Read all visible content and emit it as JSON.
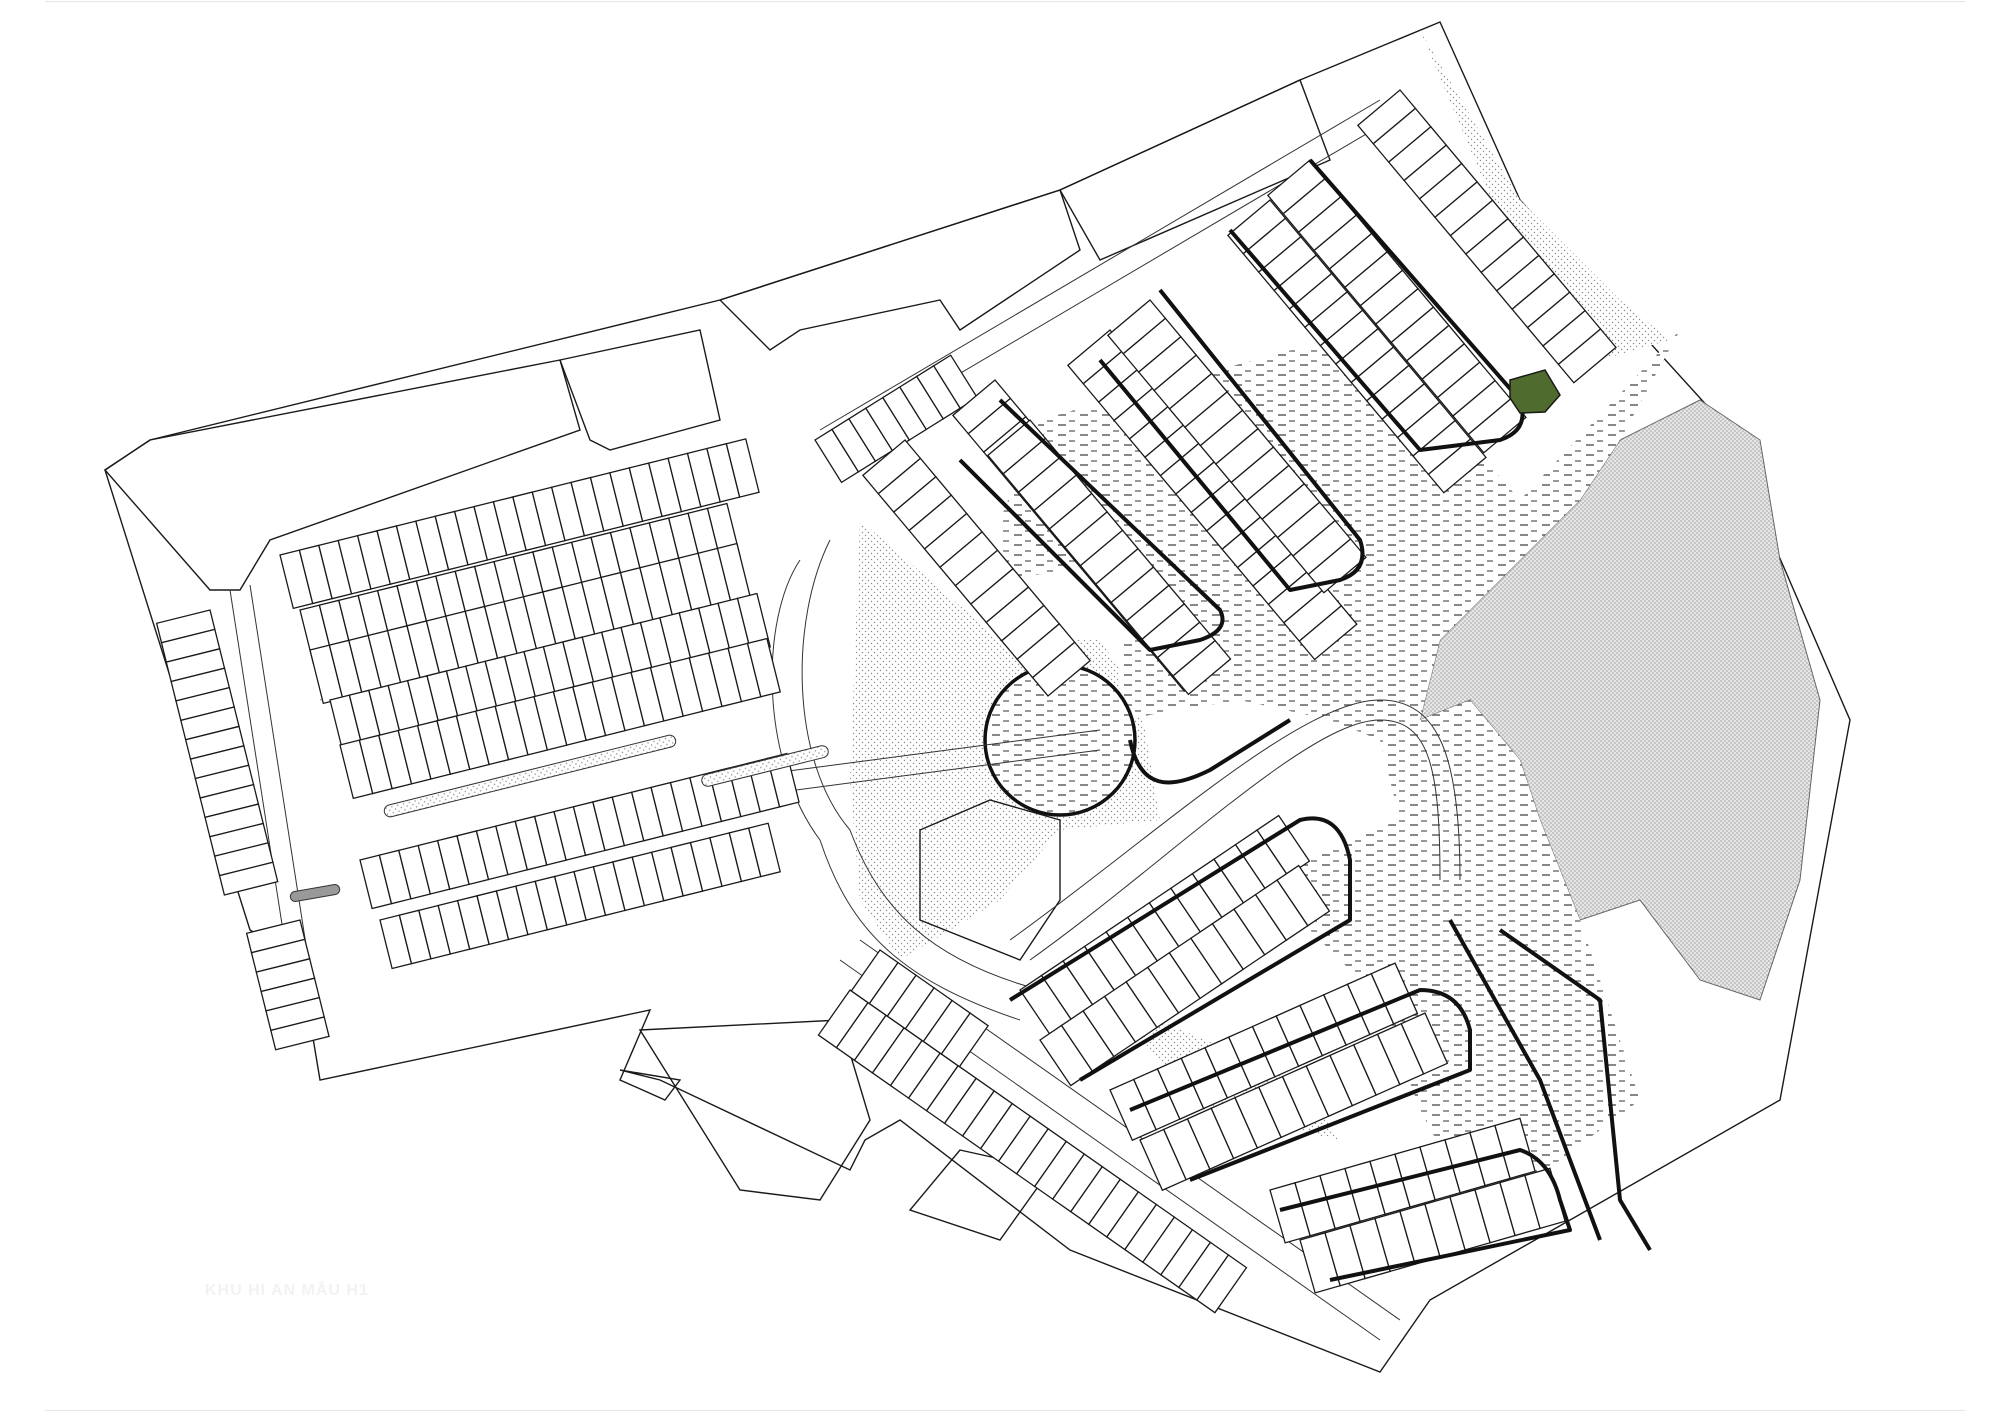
{
  "caption": "KHU HI AN MẪU H1",
  "colors": {
    "line": "#1a1a1a",
    "green_lot": "#4f6b2e",
    "stipple": "#9a9a9a",
    "water_hatch": "#555555"
  },
  "icons": {
    "roundabout": "circle",
    "lots": "rectangles"
  }
}
